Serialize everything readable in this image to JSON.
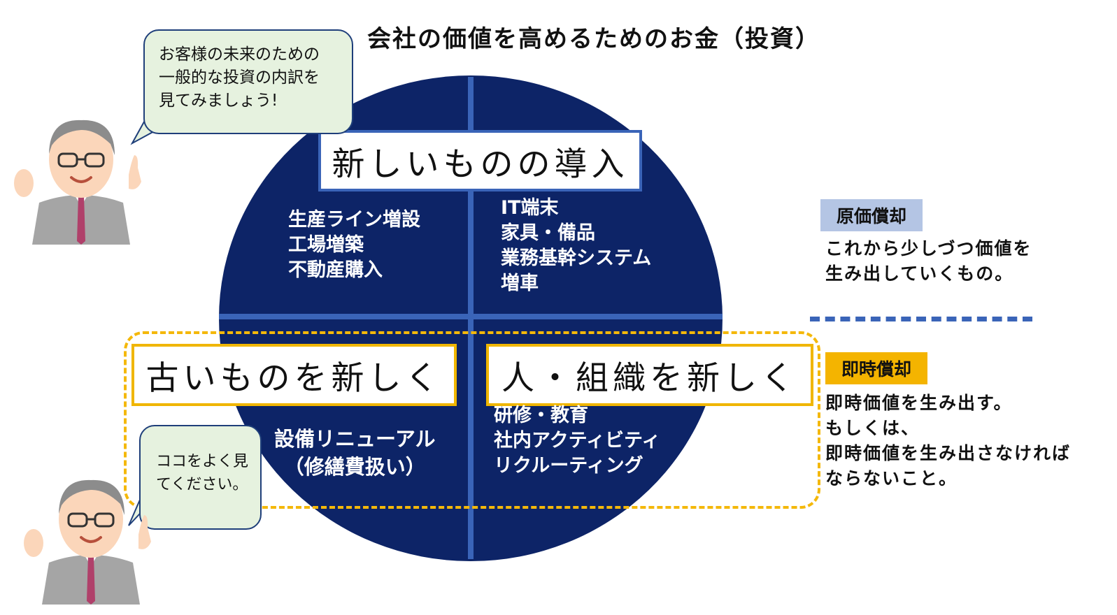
{
  "title": "会社の価値を高めるためのお金（投資）",
  "speech_top": {
    "lines": [
      "お客様の未来のための",
      "一般的な投資の内訳を",
      "見てみましょう!"
    ]
  },
  "speech_bottom": {
    "lines": [
      "ココをよく見",
      "てください。"
    ]
  },
  "quadrants": {
    "new_label": "新しいものの導入",
    "old_label": "古いものを新しく",
    "people_label": "人・組織を新しく",
    "top_left_items": [
      "生産ライン増設",
      "工場増築",
      "不動産購入"
    ],
    "top_right_items": [
      "IT端末",
      "家具・備品",
      "業務基幹システム",
      "増車"
    ],
    "bottom_left_items": [
      "設備リニューアル",
      "（修繕費扱い）"
    ],
    "bottom_right_items": [
      "研修・教育",
      "社内アクティビティ",
      "リクルーティング"
    ]
  },
  "legend": {
    "genka_label": "原価償却",
    "genka_desc": [
      "これから少しづつ価値を",
      "生み出していくもの。"
    ],
    "sokuji_label": "即時償却",
    "sokuji_desc": [
      "即時価値を生み出す。",
      "もしくは、",
      "即時価値を生み出さなければ",
      "ならないこと。"
    ]
  },
  "colors": {
    "circle": "#0d2467",
    "divider": "#3a64b8",
    "accent_yellow": "#f4b400",
    "legend_blue": "#b4c5e4",
    "bubble": "#e6f2df"
  },
  "icons": [
    "businessman-icon",
    "speech-bubble-icon"
  ]
}
